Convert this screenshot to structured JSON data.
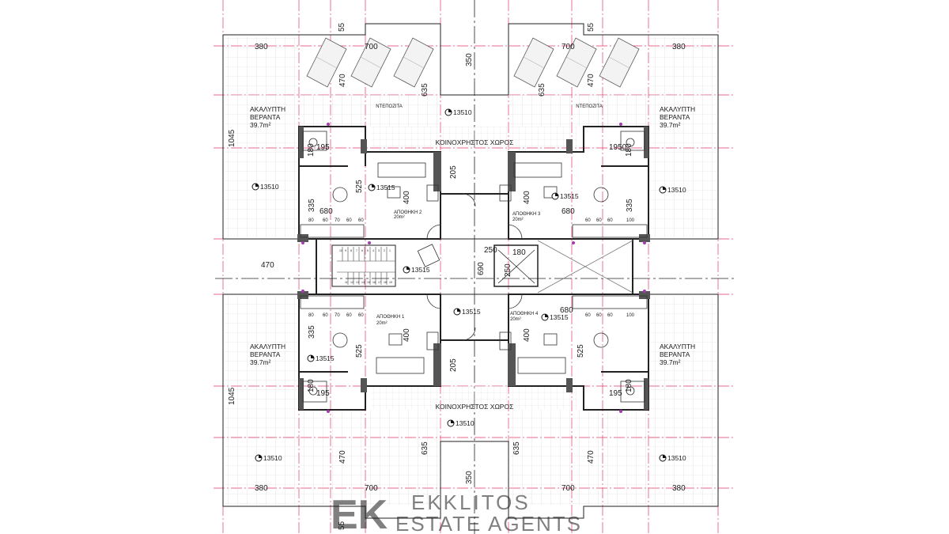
{
  "plan": {
    "common_area": "ΚΟΙΝΟΧΡΗΣΤΟΣ ΧΩΡΟΣ",
    "veranda": {
      "line1": "ΑΚΑΛΥΠΤΗ",
      "line2": "ΒΕΡΑΝΤΑ",
      "area": "39.7m²"
    },
    "ntepozita": "ΝΤΕΠΟΖΙΤΑ",
    "storages": [
      {
        "name": "ΑΠΟΘΗΚΗ 1",
        "area": "20m²"
      },
      {
        "name": "ΑΠΟΘΗΚΗ 2",
        "area": "20m²"
      },
      {
        "name": "ΑΠΟΘΗΚΗ 3",
        "area": "20m²"
      },
      {
        "name": "ΑΠΟΘΗΚΗ 4",
        "area": "20m²"
      }
    ],
    "levels": {
      "outer": "13510",
      "inner": "13515"
    },
    "dimensions": {
      "d55": "55",
      "d700": "700",
      "d380": "380",
      "d350": "350",
      "d470": "470",
      "d635": "635",
      "d1045": "1045",
      "d180": "180",
      "d195": "195",
      "d1950": "1950",
      "d205": "205",
      "d525": "525",
      "d400": "400",
      "d335": "335",
      "d680": "680",
      "d250": "250",
      "d690": "690",
      "d80": "80",
      "d60": "60",
      "d70": "70",
      "d100": "100"
    },
    "stair_numbers_top": [
      "10",
      "9",
      "8",
      "7",
      "6",
      "5",
      "4",
      "3",
      "2",
      "1"
    ],
    "stair_numbers_bottom": [
      "11",
      "12",
      "13",
      "14",
      "15",
      "16",
      "17",
      "18",
      "19"
    ]
  },
  "watermark": {
    "monogram": "EK",
    "line1": "EKKLITOS",
    "line2": "ESTATE AGENTS"
  }
}
